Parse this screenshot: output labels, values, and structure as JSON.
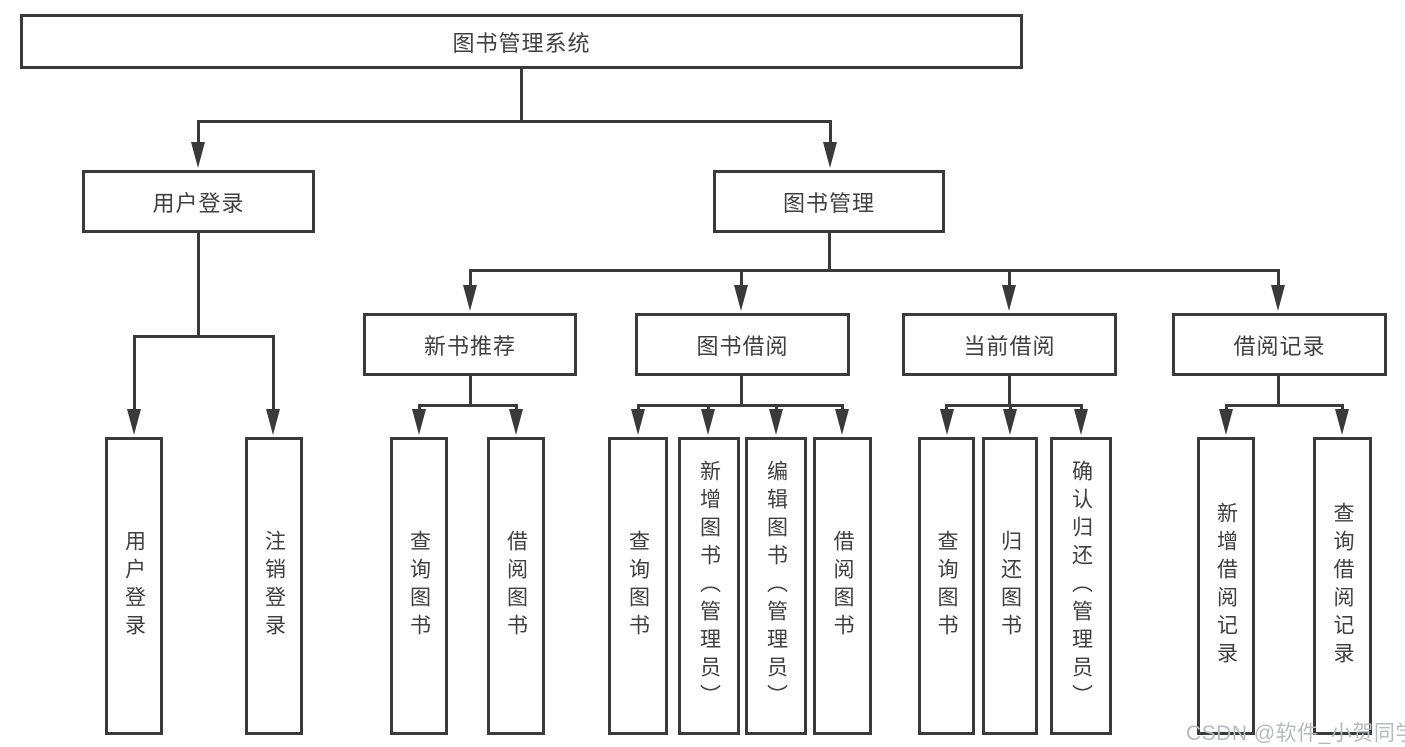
{
  "tree": {
    "root": {
      "label": "图书管理系统"
    },
    "branches": [
      {
        "label": "用户登录",
        "children": [
          "用户登录",
          "注销登录"
        ]
      },
      {
        "label": "图书管理",
        "modules": [
          {
            "label": "新书推荐",
            "children": [
              "查询图书",
              "借阅图书"
            ]
          },
          {
            "label": "图书借阅",
            "children": [
              "查询图书",
              "新增图书（管理员）",
              "编辑图书（管理员）",
              "借阅图书"
            ]
          },
          {
            "label": "当前借阅",
            "children": [
              "查询图书",
              "归还图书",
              "确认归还（管理员）"
            ]
          },
          {
            "label": "借阅记录",
            "children": [
              "新增借阅记录",
              "查询借阅记录"
            ]
          }
        ]
      }
    ]
  },
  "watermark": {
    "text": "CSDN @软件_小贺同学"
  },
  "colors": {
    "line": "#3a3a3a",
    "text": "#3f3f3f",
    "background": "#ffffff",
    "watermark": "#b7bbbf"
  }
}
